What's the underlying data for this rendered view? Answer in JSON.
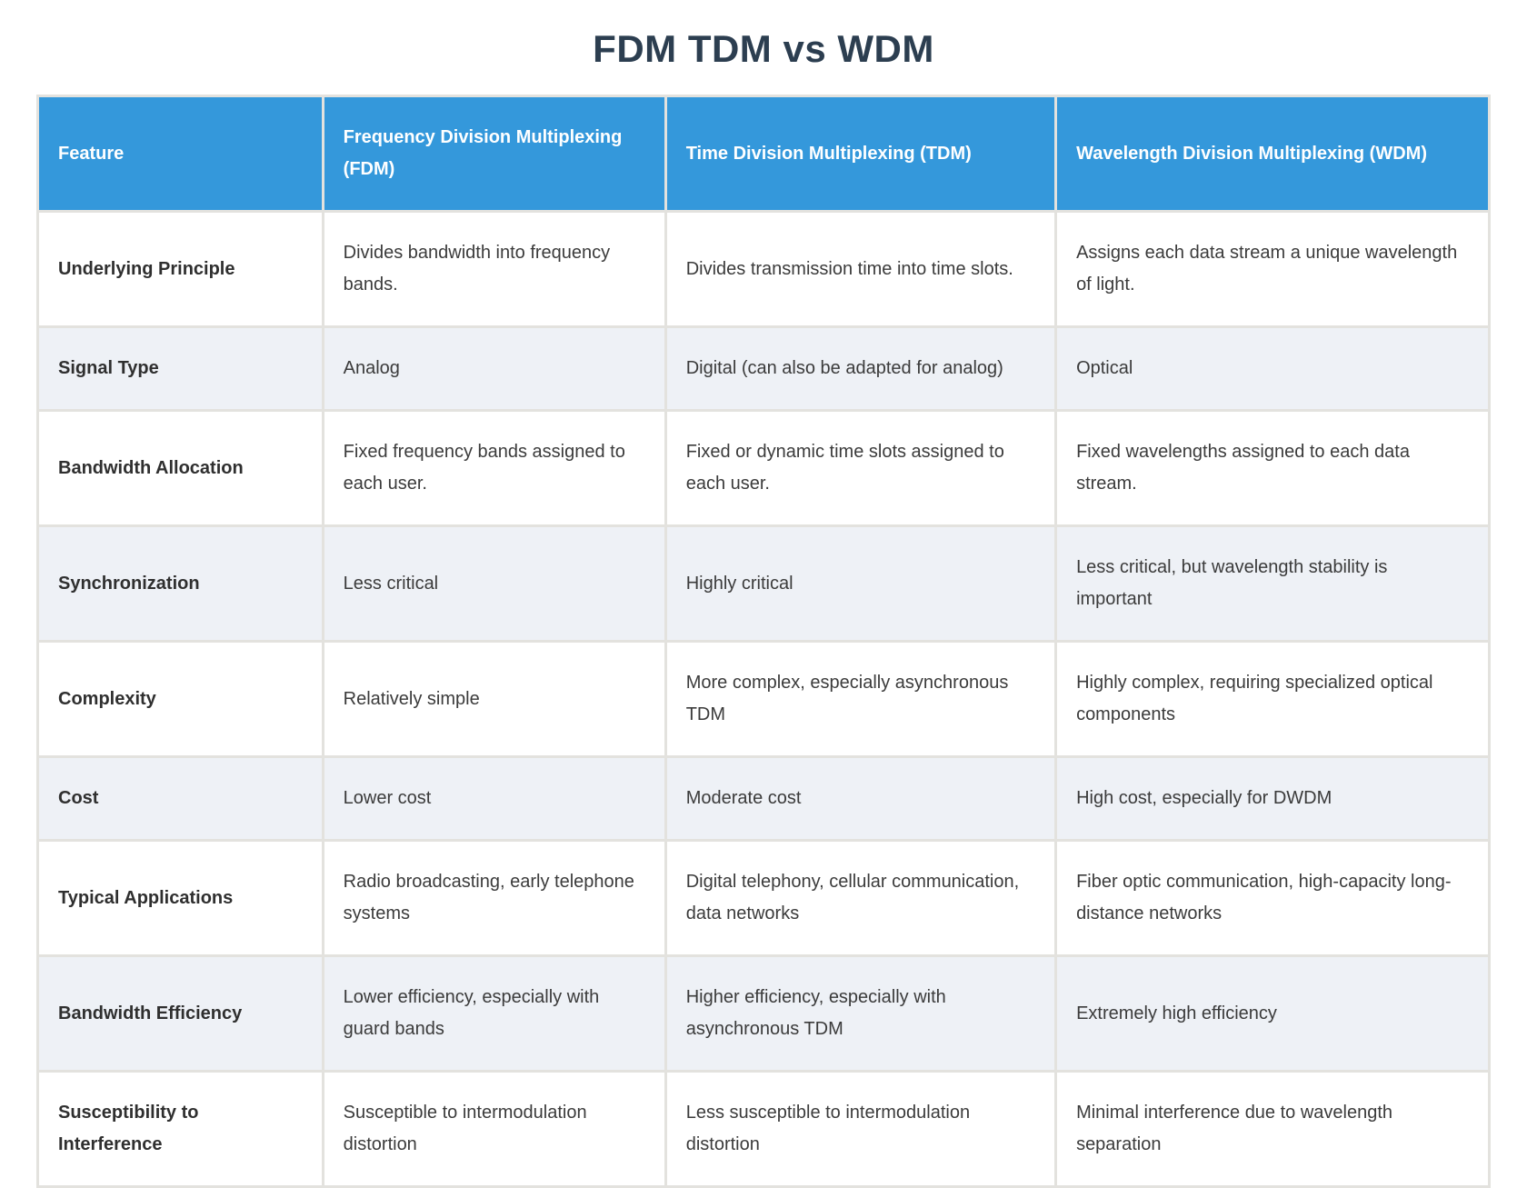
{
  "title": "FDM TDM vs WDM",
  "colors": {
    "header_background": "#3498db",
    "header_text": "#ffffff",
    "title_text": "#2c3e50",
    "body_text": "#3b3b3b",
    "alternate_row_background": "#eef1f6",
    "grid_gap": "#e3e2de"
  },
  "table": {
    "columns": [
      "Feature",
      "Frequency Division Multiplexing (FDM)",
      "Time Division Multiplexing (TDM)",
      "Wavelength Division Multiplexing (WDM)"
    ],
    "rows": [
      {
        "feature": "Underlying Principle",
        "fdm": "Divides bandwidth into frequency bands.",
        "tdm": "Divides transmission time into time slots.",
        "wdm": "Assigns each data stream a unique wavelength of light."
      },
      {
        "feature": "Signal Type",
        "fdm": "Analog",
        "tdm": "Digital (can also be adapted for analog)",
        "wdm": "Optical"
      },
      {
        "feature": "Bandwidth Allocation",
        "fdm": "Fixed frequency bands assigned to each user.",
        "tdm": "Fixed or dynamic time slots assigned to each user.",
        "wdm": "Fixed wavelengths assigned to each data stream."
      },
      {
        "feature": "Synchronization",
        "fdm": "Less critical",
        "tdm": "Highly critical",
        "wdm": "Less critical, but wavelength stability is important"
      },
      {
        "feature": "Complexity",
        "fdm": "Relatively simple",
        "tdm": "More complex, especially asynchronous TDM",
        "wdm": "Highly complex, requiring specialized optical components"
      },
      {
        "feature": "Cost",
        "fdm": "Lower cost",
        "tdm": "Moderate cost",
        "wdm": "High cost, especially for DWDM"
      },
      {
        "feature": "Typical Applications",
        "fdm": "Radio broadcasting, early telephone systems",
        "tdm": "Digital telephony, cellular communication, data networks",
        "wdm": "Fiber optic communication, high-capacity long-distance networks"
      },
      {
        "feature": "Bandwidth Efficiency",
        "fdm": "Lower efficiency, especially with guard bands",
        "tdm": "Higher efficiency, especially with asynchronous TDM",
        "wdm": "Extremely high efficiency"
      },
      {
        "feature": "Susceptibility to Interference",
        "fdm": "Susceptible to intermodulation distortion",
        "tdm": "Less susceptible to intermodulation distortion",
        "wdm": "Minimal interference due to wavelength separation"
      }
    ]
  }
}
